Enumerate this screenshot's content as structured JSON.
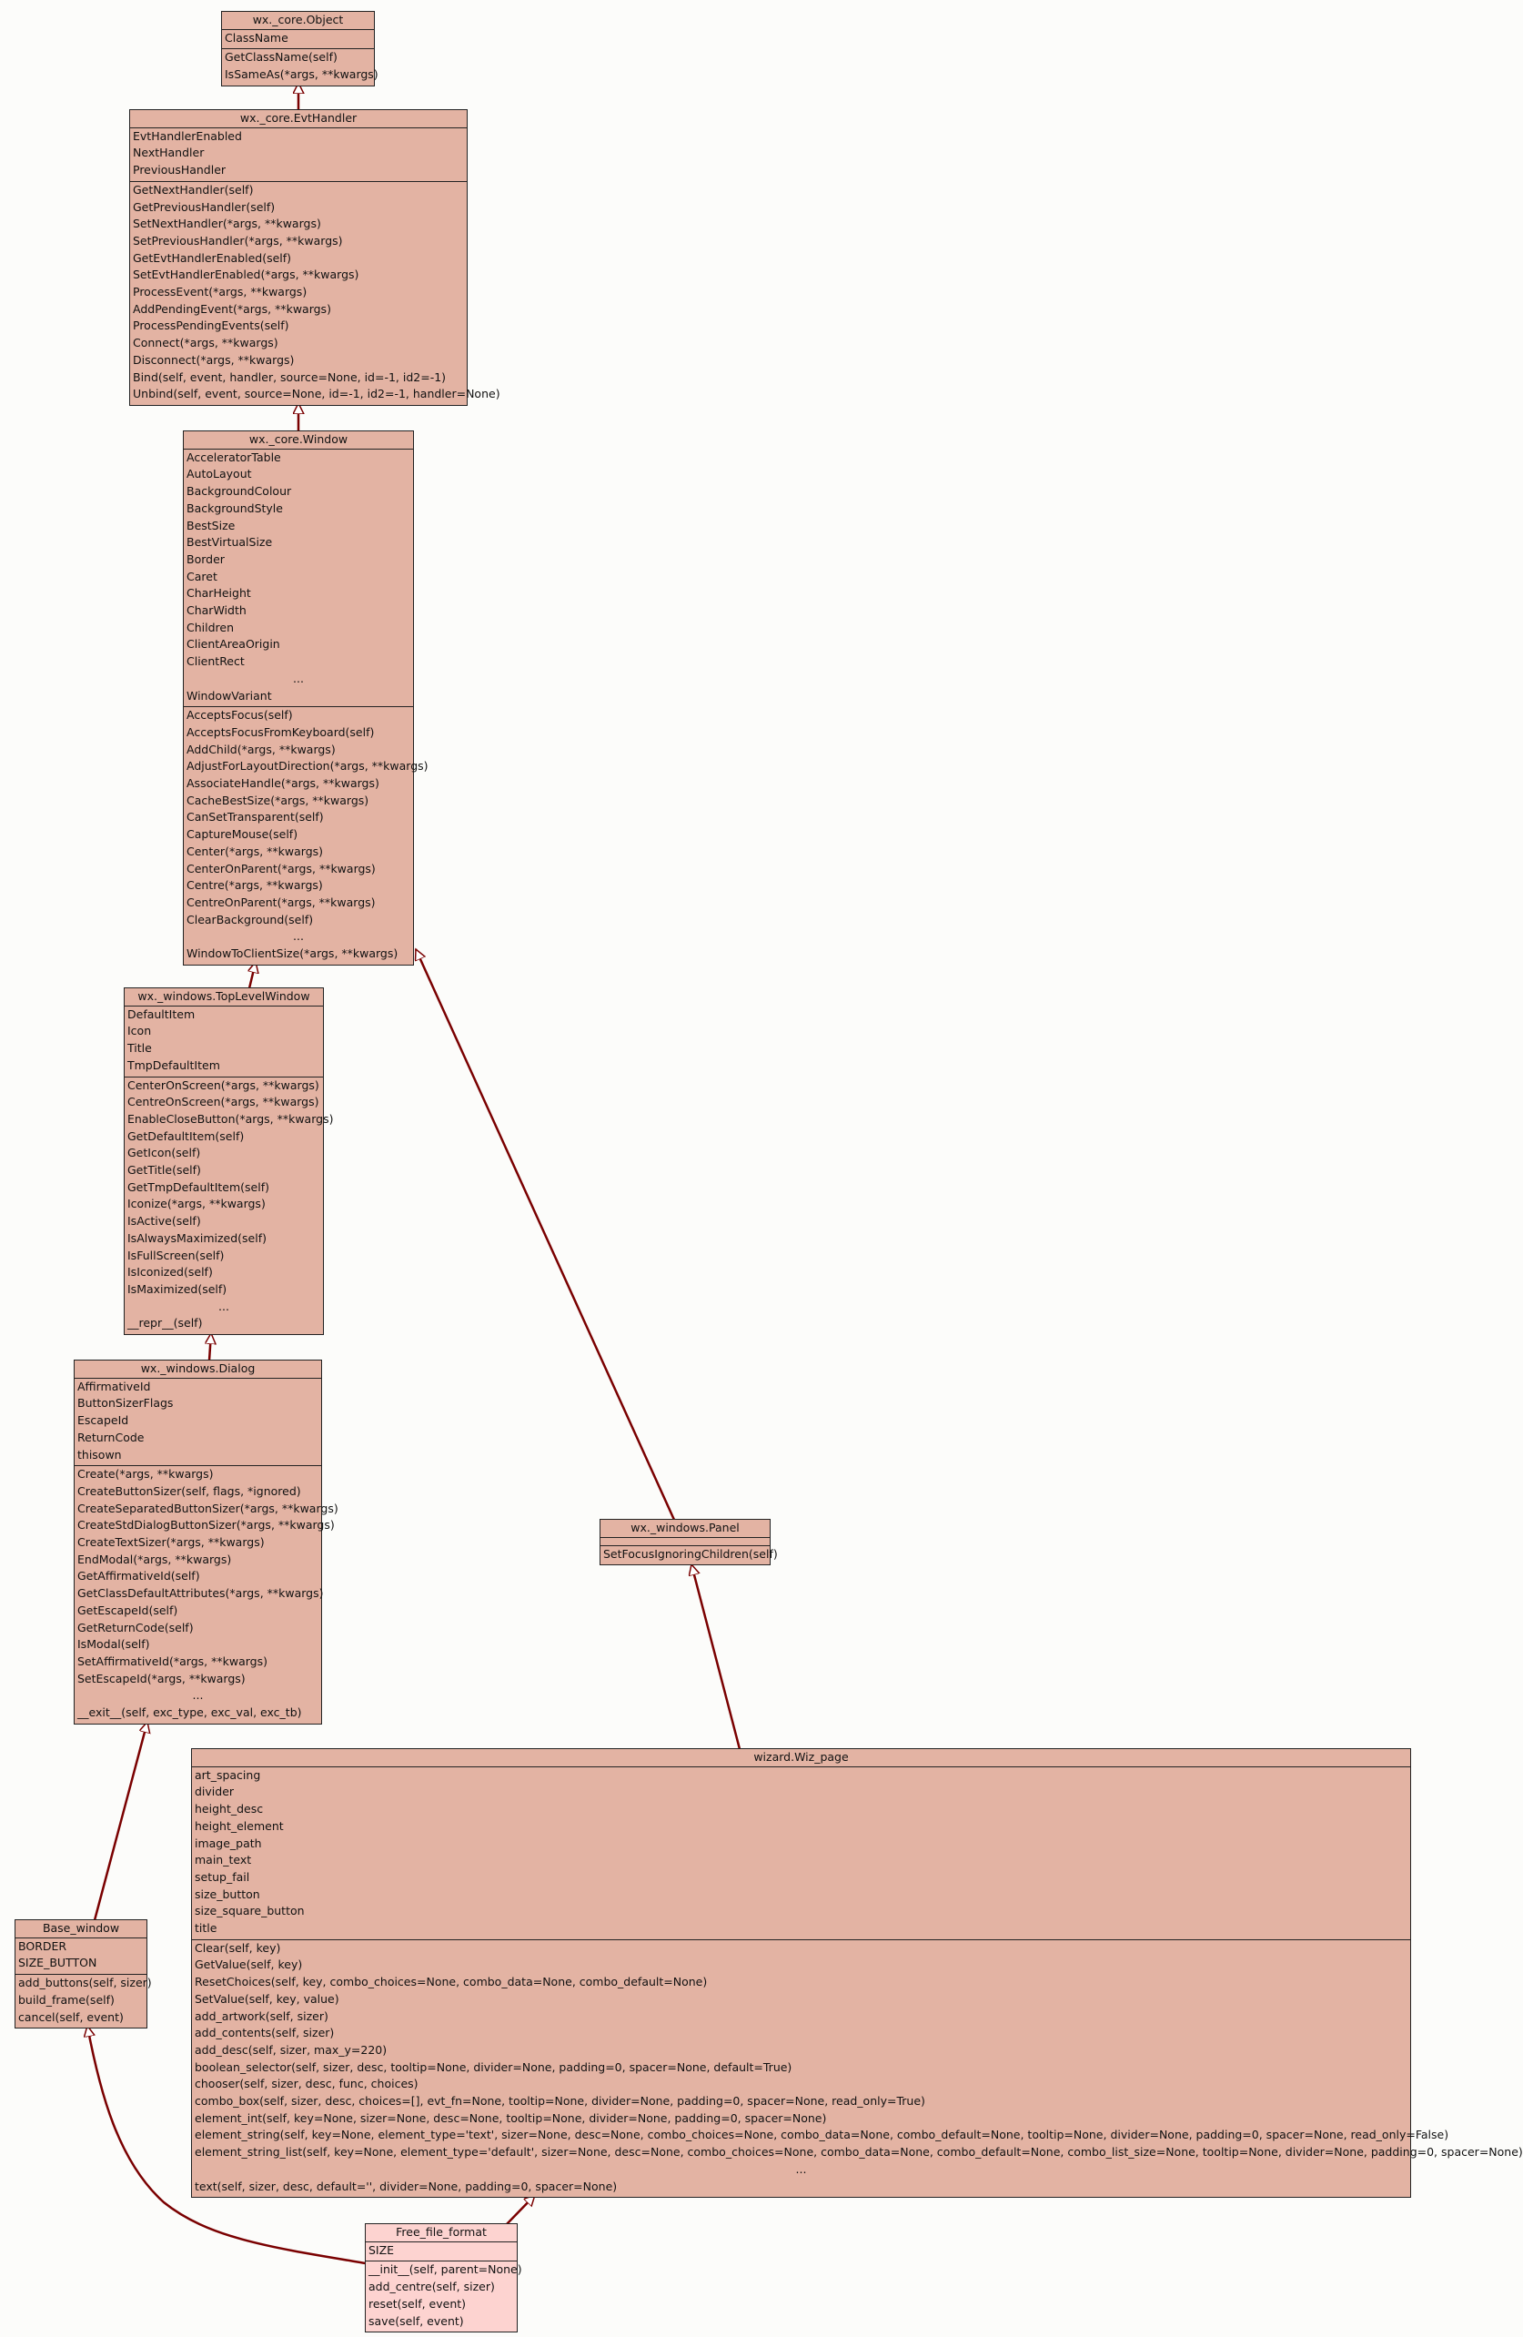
{
  "colors": {
    "class_fill": "#e3b3a3",
    "leaf_fill": "#fdd3d0",
    "edge": "#7a0000",
    "border": "#222222"
  },
  "classes": [
    {
      "id": "obj",
      "name": "wx._core.Object",
      "attributes": [
        "ClassName"
      ],
      "methods": [
        "GetClassName(self)",
        "IsSameAs(*args, **kwargs)"
      ]
    },
    {
      "id": "evt",
      "name": "wx._core.EvtHandler",
      "attributes": [
        "EvtHandlerEnabled",
        "NextHandler",
        "PreviousHandler"
      ],
      "methods": [
        "GetNextHandler(self)",
        "GetPreviousHandler(self)",
        "SetNextHandler(*args, **kwargs)",
        "SetPreviousHandler(*args, **kwargs)",
        "GetEvtHandlerEnabled(self)",
        "SetEvtHandlerEnabled(*args, **kwargs)",
        "ProcessEvent(*args, **kwargs)",
        "AddPendingEvent(*args, **kwargs)",
        "ProcessPendingEvents(self)",
        "Connect(*args, **kwargs)",
        "Disconnect(*args, **kwargs)",
        "Bind(self, event, handler, source=None, id=-1, id2=-1)",
        "Unbind(self, event, source=None, id=-1, id2=-1, handler=None)"
      ]
    },
    {
      "id": "win",
      "name": "wx._core.Window",
      "attributes": [
        "AcceleratorTable",
        "AutoLayout",
        "BackgroundColour",
        "BackgroundStyle",
        "BestSize",
        "BestVirtualSize",
        "Border",
        "Caret",
        "CharHeight",
        "CharWidth",
        "Children",
        "ClientAreaOrigin",
        "ClientRect",
        "...",
        "WindowVariant"
      ],
      "methods": [
        "AcceptsFocus(self)",
        "AcceptsFocusFromKeyboard(self)",
        "AddChild(*args, **kwargs)",
        "AdjustForLayoutDirection(*args, **kwargs)",
        "AssociateHandle(*args, **kwargs)",
        "CacheBestSize(*args, **kwargs)",
        "CanSetTransparent(self)",
        "CaptureMouse(self)",
        "Center(*args, **kwargs)",
        "CenterOnParent(*args, **kwargs)",
        "Centre(*args, **kwargs)",
        "CentreOnParent(*args, **kwargs)",
        "ClearBackground(self)",
        "...",
        "WindowToClientSize(*args, **kwargs)"
      ]
    },
    {
      "id": "tlw",
      "name": "wx._windows.TopLevelWindow",
      "attributes": [
        "DefaultItem",
        "Icon",
        "Title",
        "TmpDefaultItem"
      ],
      "methods": [
        "CenterOnScreen(*args, **kwargs)",
        "CentreOnScreen(*args, **kwargs)",
        "EnableCloseButton(*args, **kwargs)",
        "GetDefaultItem(self)",
        "GetIcon(self)",
        "GetTitle(self)",
        "GetTmpDefaultItem(self)",
        "Iconize(*args, **kwargs)",
        "IsActive(self)",
        "IsAlwaysMaximized(self)",
        "IsFullScreen(self)",
        "IsIconized(self)",
        "IsMaximized(self)",
        "...",
        "__repr__(self)"
      ]
    },
    {
      "id": "dlg",
      "name": "wx._windows.Dialog",
      "attributes": [
        "AffirmativeId",
        "ButtonSizerFlags",
        "EscapeId",
        "ReturnCode",
        "thisown"
      ],
      "methods": [
        "Create(*args, **kwargs)",
        "CreateButtonSizer(self, flags, *ignored)",
        "CreateSeparatedButtonSizer(*args, **kwargs)",
        "CreateStdDialogButtonSizer(*args, **kwargs)",
        "CreateTextSizer(*args, **kwargs)",
        "EndModal(*args, **kwargs)",
        "GetAffirmativeId(self)",
        "GetClassDefaultAttributes(*args, **kwargs)",
        "GetEscapeId(self)",
        "GetReturnCode(self)",
        "IsModal(self)",
        "SetAffirmativeId(*args, **kwargs)",
        "SetEscapeId(*args, **kwargs)",
        "...",
        "__exit__(self, exc_type, exc_val, exc_tb)"
      ]
    },
    {
      "id": "pnl",
      "name": "wx._windows.Panel",
      "attributes": [],
      "methods": [
        "SetFocusIgnoringChildren(self)"
      ]
    },
    {
      "id": "base",
      "name": "Base_window",
      "attributes": [
        "BORDER",
        "SIZE_BUTTON"
      ],
      "methods": [
        "add_buttons(self, sizer)",
        "build_frame(self)",
        "cancel(self, event)"
      ]
    },
    {
      "id": "wiz",
      "name": "wizard.Wiz_page",
      "attributes": [
        "art_spacing",
        "divider",
        "height_desc",
        "height_element",
        "image_path",
        "main_text",
        "setup_fail",
        "size_button",
        "size_square_button",
        "title"
      ],
      "methods": [
        "Clear(self, key)",
        "GetValue(self, key)",
        "ResetChoices(self, key, combo_choices=None, combo_data=None, combo_default=None)",
        "SetValue(self, key, value)",
        "add_artwork(self, sizer)",
        "add_contents(self, sizer)",
        "add_desc(self, sizer, max_y=220)",
        "boolean_selector(self, sizer, desc, tooltip=None, divider=None, padding=0, spacer=None, default=True)",
        "chooser(self, sizer, desc, func, choices)",
        "combo_box(self, sizer, desc, choices=[], evt_fn=None, tooltip=None, divider=None, padding=0, spacer=None, read_only=True)",
        "element_int(self, key=None, sizer=None, desc=None, tooltip=None, divider=None, padding=0, spacer=None)",
        "element_string(self, key=None, element_type='text', sizer=None, desc=None, combo_choices=None, combo_data=None, combo_default=None, tooltip=None, divider=None, padding=0, spacer=None, read_only=False)",
        "element_string_list(self, key=None, element_type='default', sizer=None, desc=None, combo_choices=None, combo_data=None, combo_default=None, combo_list_size=None, tooltip=None, divider=None, padding=0, spacer=None)",
        "...",
        "text(self, sizer, desc, default='', divider=None, padding=0, spacer=None)"
      ]
    },
    {
      "id": "fff",
      "name": "Free_file_format",
      "attributes": [
        "SIZE"
      ],
      "methods": [
        "__init__(self, parent=None)",
        "add_centre(self, sizer)",
        "reset(self, event)",
        "save(self, event)"
      ]
    }
  ],
  "inheritance": [
    {
      "child": "evt",
      "parent": "obj"
    },
    {
      "child": "win",
      "parent": "evt"
    },
    {
      "child": "tlw",
      "parent": "win"
    },
    {
      "child": "dlg",
      "parent": "tlw"
    },
    {
      "child": "pnl",
      "parent": "win"
    },
    {
      "child": "base",
      "parent": "dlg"
    },
    {
      "child": "wiz",
      "parent": "pnl"
    },
    {
      "child": "fff",
      "parent": "wiz"
    },
    {
      "child": "fff",
      "parent": "base"
    }
  ]
}
